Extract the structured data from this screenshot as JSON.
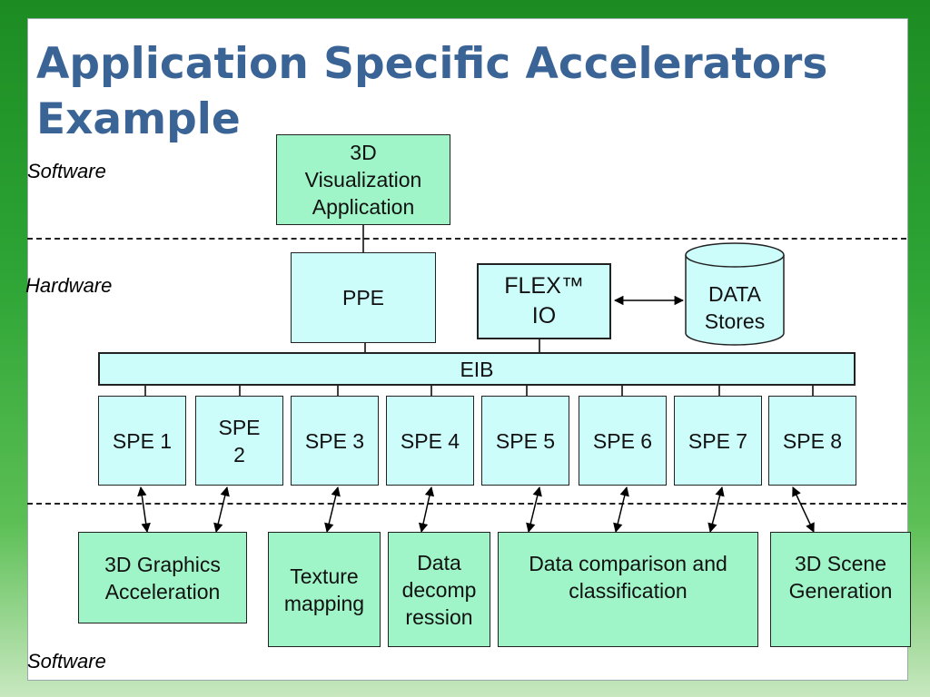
{
  "title": "Application Specific Accelerators\nExample",
  "labels": {
    "software_top": "Software",
    "hardware": "Hardware",
    "software_bottom": "Software"
  },
  "app": {
    "label": "3D\nVisualization\nApplication"
  },
  "ppe": {
    "label": "PPE"
  },
  "flex": {
    "label": "FLEX™\nIO"
  },
  "data_stores": {
    "label": "DATA\nStores"
  },
  "eib": {
    "label": "EIB"
  },
  "spes": [
    "SPE 1",
    "SPE\n2",
    "SPE 3",
    "SPE 4",
    "SPE 5",
    "SPE 6",
    "SPE 7",
    "SPE 8"
  ],
  "tasks": [
    "3D Graphics\nAcceleration",
    "Texture\nmapping",
    "Data\ndecomp\nression",
    "Data comparison and\nclassification",
    "3D Scene\nGeneration"
  ],
  "colors": {
    "software_box": "#9ff5c8",
    "hardware_box": "#ccfdfb",
    "title": "#3b6496",
    "background": "#2ea536"
  }
}
